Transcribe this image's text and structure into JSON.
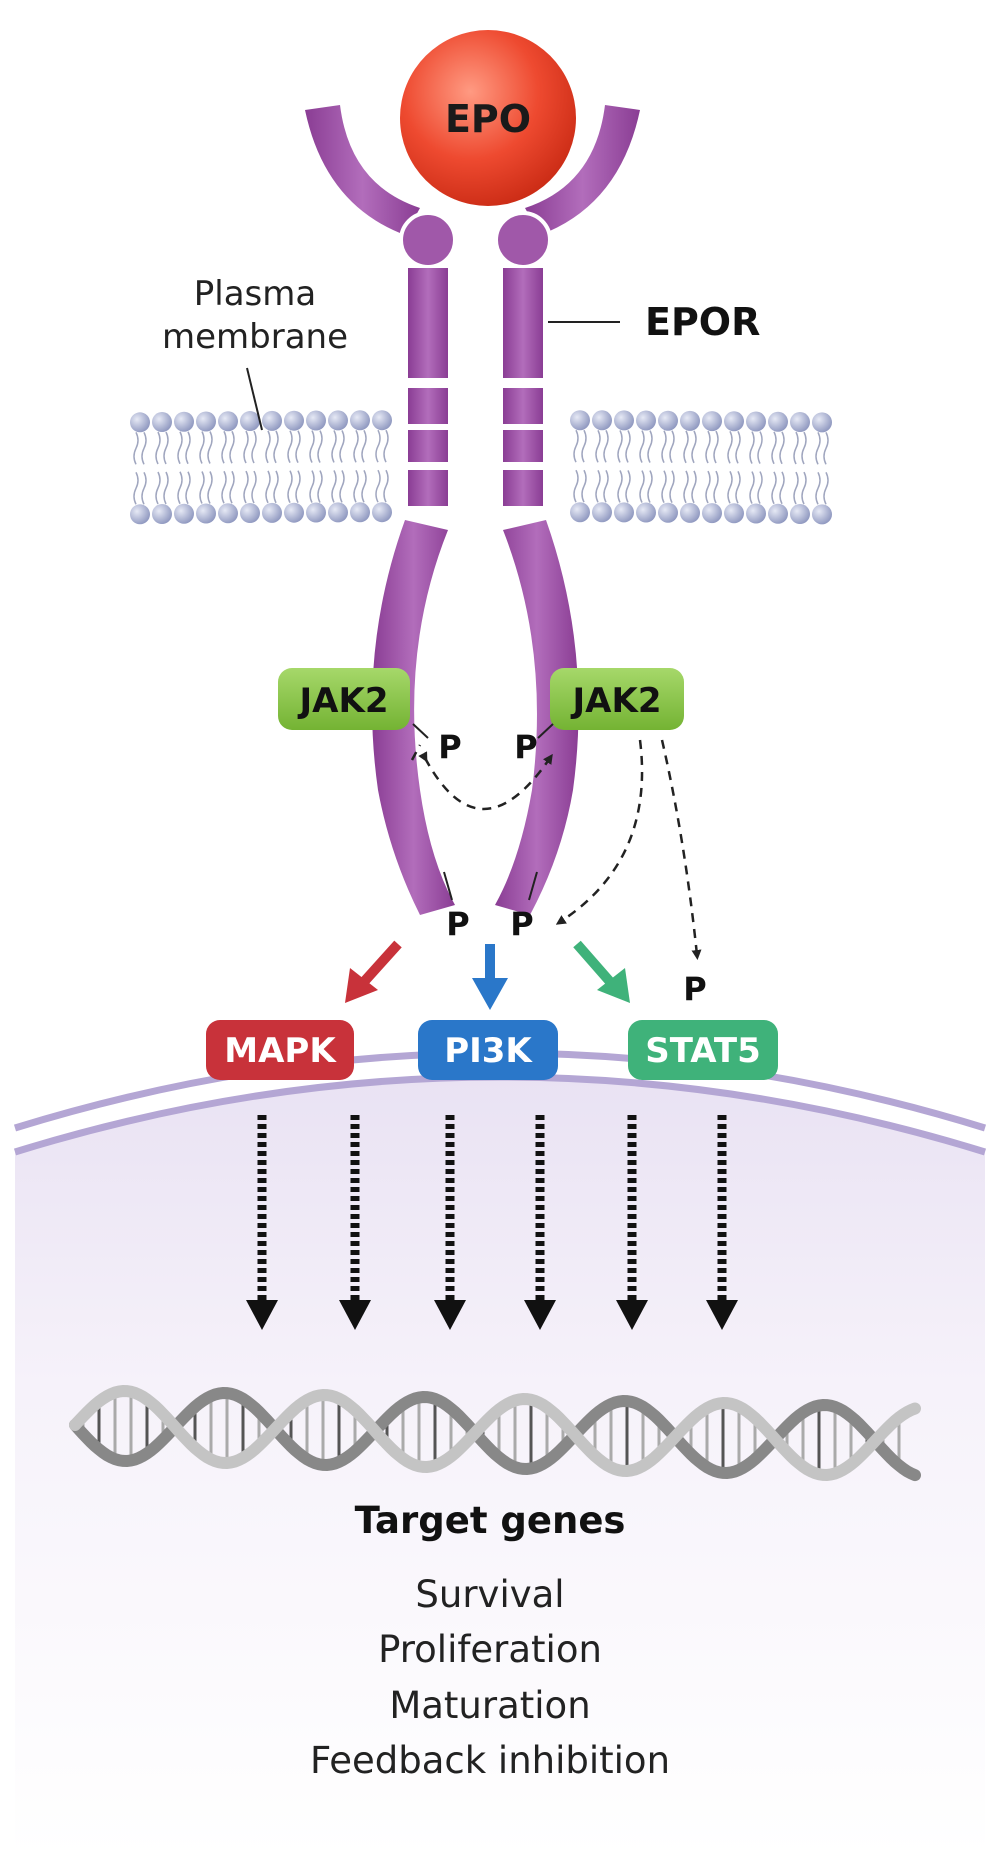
{
  "labels": {
    "ligand": "EPO",
    "receptor": "EPOR",
    "membrane_line1": "Plasma",
    "membrane_line2": "membrane",
    "kinase_left": "JAK2",
    "kinase_right": "JAK2",
    "phospho": "P",
    "pathway_mapk": "MAPK",
    "pathway_pi3k": "PI3K",
    "pathway_stat5": "STAT5",
    "targets_title": "Target genes",
    "targets": [
      "Survival",
      "Proliferation",
      "Maturation",
      "Feedback inhibition"
    ]
  },
  "colors": {
    "ligand": "#e8442c",
    "receptor": "#9c4fa3",
    "kinase": "#8cc63f",
    "mapk": "#c8323a",
    "pi3k": "#2a77c9",
    "stat5": "#3fb27a",
    "nucleus": "#b4a6d4",
    "membrane_head": "#aab3d3"
  }
}
